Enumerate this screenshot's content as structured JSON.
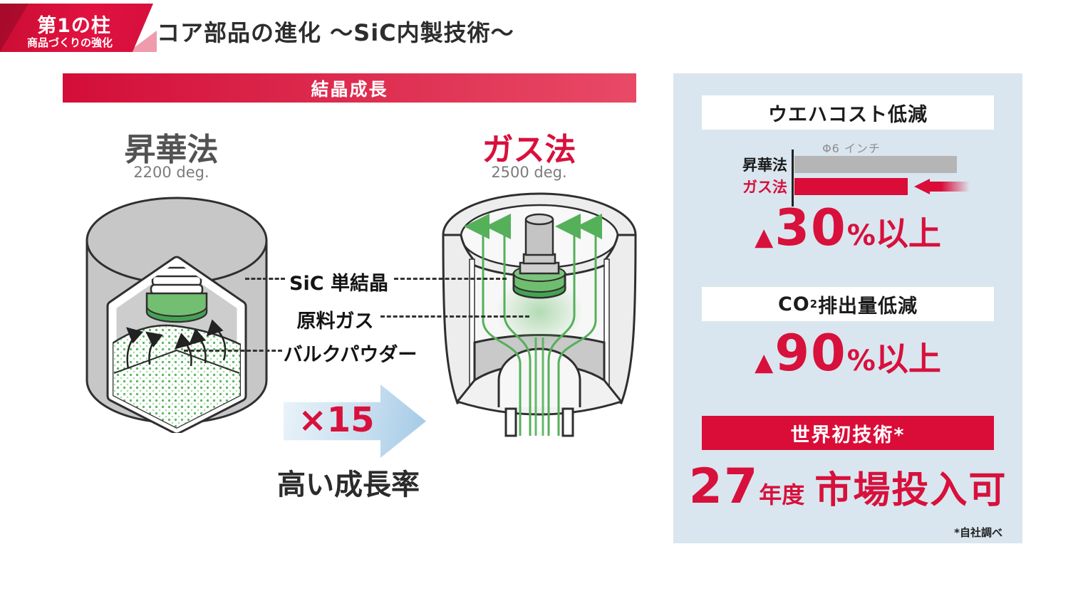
{
  "header": {
    "badge_title": "第1の柱",
    "badge_subtitle": "商品づくりの強化",
    "title": "コア部品の進化 〜SiC内製技術〜"
  },
  "process": {
    "banner": "結晶成長",
    "left_method": {
      "name": "昇華法",
      "temp": "2200 deg."
    },
    "right_method": {
      "name": "ガス法",
      "temp": "2500 deg."
    },
    "labels": {
      "crystal": "SiC 単結晶",
      "gas": "原料ガス",
      "powder": "バルクパウダー"
    },
    "multiplier": "×15",
    "caption": "高い成長率"
  },
  "panel": {
    "wafer_title": "ウエハコスト低減",
    "chart": {
      "size_label": "Φ6 インチ",
      "row1": "昇華法",
      "row2": "ガス法"
    },
    "wafer_value": {
      "tri": "▲",
      "num": "30",
      "pct": "%",
      "suffix": "以上"
    },
    "co2_title": {
      "prefix": "CO",
      "sub": "2",
      "suffix": " 排出量低減"
    },
    "co2_value": {
      "tri": "▲",
      "num": "90",
      "pct": "%",
      "suffix": "以上"
    },
    "world_banner": "世界初技術*",
    "launch": {
      "year": "27",
      "year_unit": "年度",
      "text": "市場投入可"
    },
    "footnote": "*自社調べ"
  },
  "chart_data": {
    "type": "bar",
    "orientation": "horizontal",
    "title": "ウエハコスト低減",
    "categories": [
      "昇華法",
      "ガス法"
    ],
    "values": [
      100,
      70
    ],
    "value_unit": "relative wafer cost (昇華法 = 100)",
    "bar_colors": [
      "#b5b5b5",
      "#da0c38"
    ],
    "annotations": [
      "Φ6 インチ",
      "▲30%以上"
    ],
    "legend_position": "left-row-labels",
    "grid": false
  },
  "colors": {
    "accent_red": "#d8103c",
    "banner_gradient": [
      "#d30e38",
      "#e84a66"
    ],
    "panel_blue": "#d9e6ef",
    "bar_gray": "#b5b5b5",
    "powder_green": "#5db364",
    "gas_green": "#55b05a",
    "arrow_blue": "#a2c9e5"
  }
}
